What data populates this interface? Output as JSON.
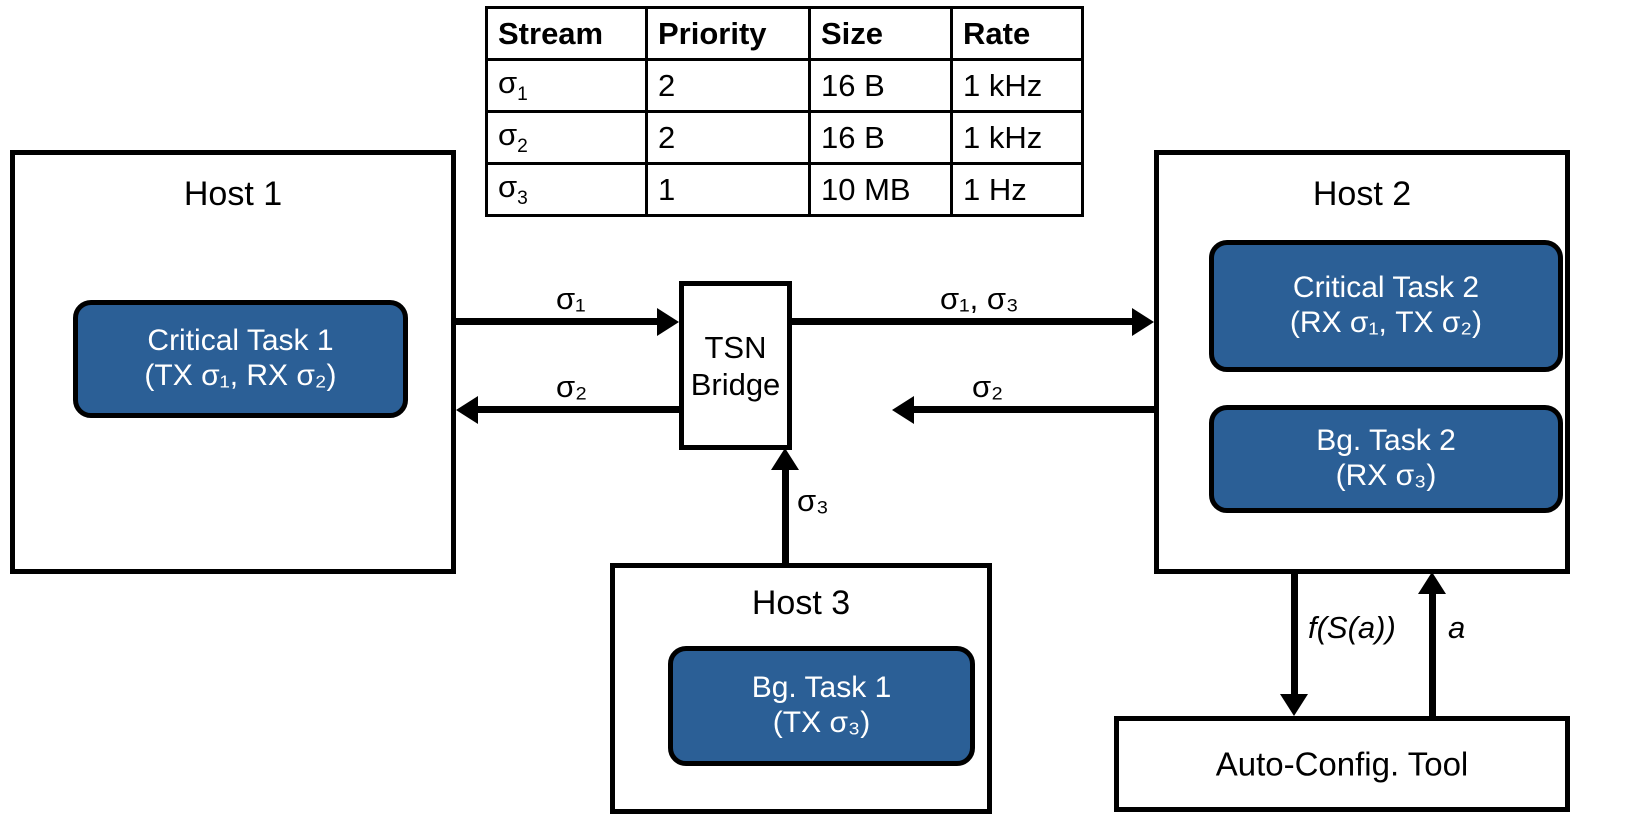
{
  "table": {
    "headers": [
      "Stream",
      "Priority",
      "Size",
      "Rate"
    ],
    "rows": [
      {
        "stream": "σ",
        "stream_sub": "1",
        "priority": "2",
        "size": "16 B",
        "rate": "1 kHz"
      },
      {
        "stream": "σ",
        "stream_sub": "2",
        "priority": "2",
        "size": "16 B",
        "rate": "1 kHz"
      },
      {
        "stream": "σ",
        "stream_sub": "3",
        "priority": "1",
        "size": "10 MB",
        "rate": "1 Hz"
      }
    ]
  },
  "hosts": {
    "host1": {
      "title": "Host 1",
      "tasks": [
        {
          "line1": "Critical Task 1",
          "line2": "(TX σ₁, RX σ₂)"
        }
      ]
    },
    "host2": {
      "title": "Host 2",
      "tasks": [
        {
          "line1": "Critical Task 2",
          "line2": "(RX σ₁, TX σ₂)"
        },
        {
          "line1": "Bg. Task 2",
          "line2": "(RX σ₃)"
        }
      ]
    },
    "host3": {
      "title": "Host 3",
      "tasks": [
        {
          "line1": "Bg. Task 1",
          "line2": "(TX σ₃)"
        }
      ]
    }
  },
  "bridge": {
    "line1": "TSN",
    "line2": "Bridge"
  },
  "autoconfig": {
    "label": "Auto-Config. Tool"
  },
  "edges": {
    "h1_to_bridge": "σ₁",
    "bridge_to_h1": "σ₂",
    "bridge_to_h2": "σ₁, σ₃",
    "h2_to_bridge": "σ₂",
    "h3_to_bridge": "σ₃",
    "h2_to_tool": "f(S(a))",
    "tool_to_h2": "a"
  },
  "colors": {
    "task_fill": "#2B5F96",
    "stroke": "#000000",
    "background": "#FFFFFF",
    "task_text": "#FFFFFF"
  }
}
